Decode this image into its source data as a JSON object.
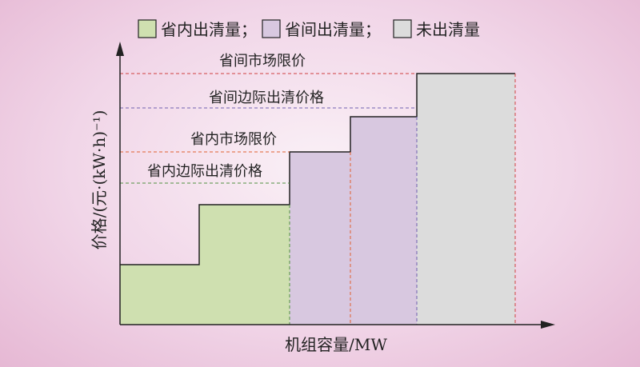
{
  "legend": [
    {
      "label": "省内出清量；",
      "color": "#cfe0b0"
    },
    {
      "label": "省间出清量；",
      "color": "#d8c8e0"
    },
    {
      "label": "未出清量",
      "color": "#dcdcdc"
    }
  ],
  "annotations": {
    "inter_price_cap": "省间市场限价",
    "inter_marginal_price": "省间边际出清价格",
    "intra_price_cap": "省内市场限价",
    "intra_marginal_price": "省内边际出清价格"
  },
  "axes": {
    "ylabel": "价格/(元·(kW·h)⁻¹)",
    "xlabel": "机组容量/MW"
  },
  "colors": {
    "inter_cap_line": "#d04040",
    "inter_marginal_line": "#7060b0",
    "intra_cap_line": "#e06030",
    "intra_marginal_line": "#509040"
  }
}
